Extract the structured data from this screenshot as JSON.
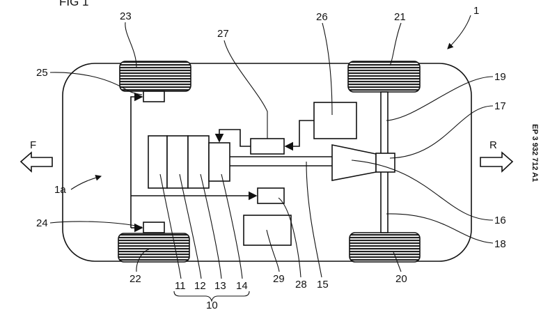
{
  "figure_title": "FIG 1",
  "publication_number": "EP 3 932 712 A1",
  "directions": {
    "front": "F",
    "rear": "R"
  },
  "labels": {
    "l1": "1",
    "l1a": "1a",
    "l10": "10",
    "l11": "11",
    "l12": "12",
    "l13": "13",
    "l14": "14",
    "l15": "15",
    "l16": "16",
    "l17": "17",
    "l18": "18",
    "l19": "19",
    "l20": "20",
    "l21": "21",
    "l22": "22",
    "l23": "23",
    "l24": "24",
    "l25": "25",
    "l26": "26",
    "l27": "27",
    "l28": "28",
    "l29": "29"
  }
}
